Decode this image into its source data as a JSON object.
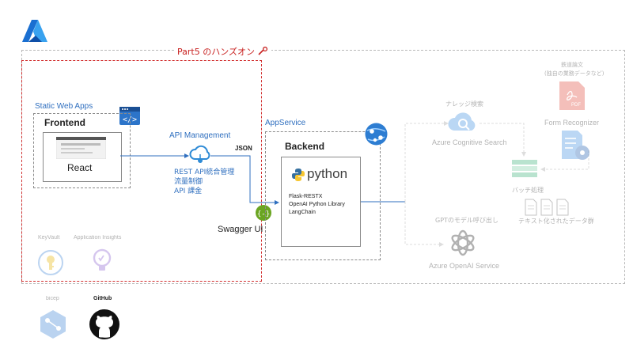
{
  "hands_on_title": "Part5 のハンズオン",
  "static_web_apps": "Static Web Apps",
  "frontend_title": "Frontend",
  "react_label": "React",
  "api_management": "API Management",
  "json_label": "JSON",
  "apim_features": [
    "REST API統合管理",
    "流量制御",
    "API 課金"
  ],
  "swagger_label": "Swagger UI",
  "app_service": "AppService",
  "backend_title": "Backend",
  "python_logo_text": "python",
  "backend_libs": [
    "Flask-RESTX",
    "OpenAI Python Library",
    "LangChain"
  ],
  "keyvault": "KeyVault",
  "app_insights": "Application Insights",
  "bicep": "bicep",
  "github": "GitHub",
  "knowledge_search": "ナレッジ検索",
  "cognitive_search": "Azure Cognitive Search",
  "gpt_call": "GPTのモデル呼び出し",
  "openai_service": "Azure OpenAI Service",
  "batch_label": "バッチ処理",
  "text_data_label": "テキスト化されたデータ群",
  "paper_lines": [
    "鉄道論文",
    "(独自の業務データなど)"
  ],
  "form_recognizer": "Form Recognizer",
  "pdf_label": "PDF",
  "colors": {
    "accent_blue": "#2f6fbf",
    "hands_on_red": "#d23030",
    "python_blue": "#3670a0",
    "python_yellow": "#f7c631"
  }
}
